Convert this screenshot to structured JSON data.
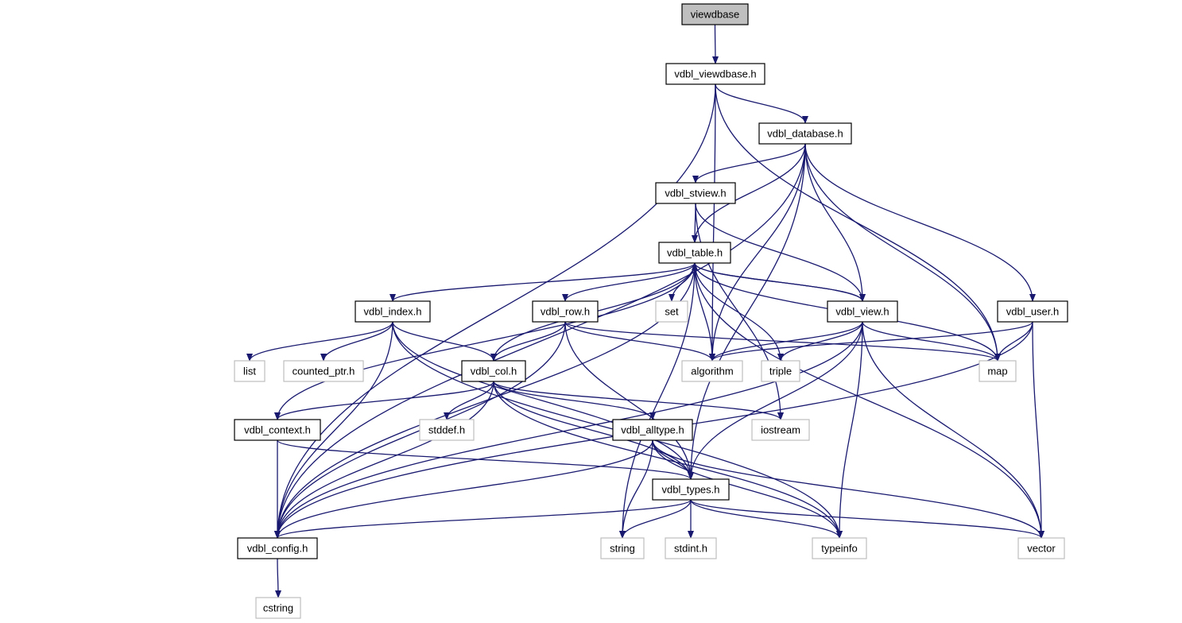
{
  "colors": {
    "edge": "#191970",
    "root_fill": "#bfbfbf",
    "internal_border": "#000000",
    "external_border": "#bfbfbf",
    "text": "#000000"
  },
  "nodes": [
    {
      "id": "viewdbase",
      "label": "viewdbase",
      "kind": "root"
    },
    {
      "id": "vdbl_viewdbase",
      "label": "vdbl_viewdbase.h",
      "kind": "internal"
    },
    {
      "id": "vdbl_database",
      "label": "vdbl_database.h",
      "kind": "internal"
    },
    {
      "id": "vdbl_stview",
      "label": "vdbl_stview.h",
      "kind": "internal"
    },
    {
      "id": "vdbl_table",
      "label": "vdbl_table.h",
      "kind": "internal"
    },
    {
      "id": "vdbl_index",
      "label": "vdbl_index.h",
      "kind": "internal"
    },
    {
      "id": "set",
      "label": "set",
      "kind": "external"
    },
    {
      "id": "vdbl_row",
      "label": "vdbl_row.h",
      "kind": "internal"
    },
    {
      "id": "vdbl_view",
      "label": "vdbl_view.h",
      "kind": "internal"
    },
    {
      "id": "vdbl_user",
      "label": "vdbl_user.h",
      "kind": "internal"
    },
    {
      "id": "list",
      "label": "list",
      "kind": "external"
    },
    {
      "id": "counted_ptr",
      "label": "counted_ptr.h",
      "kind": "external"
    },
    {
      "id": "vdbl_col",
      "label": "vdbl_col.h",
      "kind": "internal"
    },
    {
      "id": "algorithm",
      "label": "algorithm",
      "kind": "external"
    },
    {
      "id": "triple",
      "label": "triple",
      "kind": "external"
    },
    {
      "id": "map",
      "label": "map",
      "kind": "external"
    },
    {
      "id": "vdbl_context",
      "label": "vdbl_context.h",
      "kind": "internal"
    },
    {
      "id": "stddef",
      "label": "stddef.h",
      "kind": "external"
    },
    {
      "id": "vdbl_alltype",
      "label": "vdbl_alltype.h",
      "kind": "internal"
    },
    {
      "id": "iostream",
      "label": "iostream",
      "kind": "external"
    },
    {
      "id": "vdbl_types",
      "label": "vdbl_types.h",
      "kind": "internal"
    },
    {
      "id": "vdbl_config",
      "label": "vdbl_config.h",
      "kind": "internal"
    },
    {
      "id": "string",
      "label": "string",
      "kind": "external"
    },
    {
      "id": "stdint",
      "label": "stdint.h",
      "kind": "external"
    },
    {
      "id": "typeinfo",
      "label": "typeinfo",
      "kind": "external"
    },
    {
      "id": "vector",
      "label": "vector",
      "kind": "external"
    },
    {
      "id": "cstring",
      "label": "cstring",
      "kind": "external"
    }
  ],
  "edges": [
    [
      "viewdbase",
      "vdbl_viewdbase"
    ],
    [
      "vdbl_viewdbase",
      "vdbl_database"
    ],
    [
      "vdbl_viewdbase",
      "vdbl_config"
    ],
    [
      "vdbl_viewdbase",
      "algorithm"
    ],
    [
      "vdbl_viewdbase",
      "map"
    ],
    [
      "vdbl_database",
      "vdbl_stview"
    ],
    [
      "vdbl_database",
      "vdbl_table"
    ],
    [
      "vdbl_database",
      "vdbl_view"
    ],
    [
      "vdbl_database",
      "vdbl_user"
    ],
    [
      "vdbl_database",
      "algorithm"
    ],
    [
      "vdbl_database",
      "map"
    ],
    [
      "vdbl_database",
      "vdbl_config"
    ],
    [
      "vdbl_database",
      "vdbl_types"
    ],
    [
      "vdbl_stview",
      "vdbl_table"
    ],
    [
      "vdbl_stview",
      "vdbl_view"
    ],
    [
      "vdbl_stview",
      "iostream"
    ],
    [
      "vdbl_table",
      "vdbl_index"
    ],
    [
      "vdbl_table",
      "set"
    ],
    [
      "vdbl_table",
      "vdbl_row"
    ],
    [
      "vdbl_table",
      "vdbl_view"
    ],
    [
      "vdbl_table",
      "vdbl_col"
    ],
    [
      "vdbl_table",
      "algorithm"
    ],
    [
      "vdbl_table",
      "triple"
    ],
    [
      "vdbl_table",
      "map"
    ],
    [
      "vdbl_table",
      "vector"
    ],
    [
      "vdbl_table",
      "vdbl_context"
    ],
    [
      "vdbl_table",
      "vdbl_config"
    ],
    [
      "vdbl_table",
      "string"
    ],
    [
      "vdbl_view",
      "vdbl_table"
    ],
    [
      "vdbl_view",
      "algorithm"
    ],
    [
      "vdbl_view",
      "triple"
    ],
    [
      "vdbl_view",
      "map"
    ],
    [
      "vdbl_view",
      "vdbl_types"
    ],
    [
      "vdbl_view",
      "typeinfo"
    ],
    [
      "vdbl_view",
      "vector"
    ],
    [
      "vdbl_view",
      "vdbl_config"
    ],
    [
      "vdbl_index",
      "list"
    ],
    [
      "vdbl_index",
      "counted_ptr"
    ],
    [
      "vdbl_index",
      "vdbl_col"
    ],
    [
      "vdbl_index",
      "vdbl_types"
    ],
    [
      "vdbl_index",
      "vdbl_config"
    ],
    [
      "vdbl_index",
      "typeinfo"
    ],
    [
      "vdbl_row",
      "vdbl_col"
    ],
    [
      "vdbl_row",
      "algorithm"
    ],
    [
      "vdbl_row",
      "map"
    ],
    [
      "vdbl_row",
      "vdbl_types"
    ],
    [
      "vdbl_row",
      "vdbl_config"
    ],
    [
      "vdbl_user",
      "algorithm"
    ],
    [
      "vdbl_user",
      "map"
    ],
    [
      "vdbl_user",
      "vector"
    ],
    [
      "vdbl_user",
      "vdbl_config"
    ],
    [
      "vdbl_col",
      "vdbl_context"
    ],
    [
      "vdbl_col",
      "stddef"
    ],
    [
      "vdbl_col",
      "vdbl_alltype"
    ],
    [
      "vdbl_col",
      "iostream"
    ],
    [
      "vdbl_col",
      "vdbl_types"
    ],
    [
      "vdbl_col",
      "vdbl_config"
    ],
    [
      "vdbl_col",
      "typeinfo"
    ],
    [
      "vdbl_context",
      "vdbl_types"
    ],
    [
      "vdbl_context",
      "vdbl_config"
    ],
    [
      "vdbl_alltype",
      "vdbl_types"
    ],
    [
      "vdbl_alltype",
      "string"
    ],
    [
      "vdbl_alltype",
      "typeinfo"
    ],
    [
      "vdbl_alltype",
      "vector"
    ],
    [
      "vdbl_alltype",
      "vdbl_config"
    ],
    [
      "vdbl_types",
      "vdbl_config"
    ],
    [
      "vdbl_types",
      "string"
    ],
    [
      "vdbl_types",
      "stdint"
    ],
    [
      "vdbl_types",
      "typeinfo"
    ],
    [
      "vdbl_types",
      "vector"
    ],
    [
      "vdbl_config",
      "cstring"
    ]
  ]
}
